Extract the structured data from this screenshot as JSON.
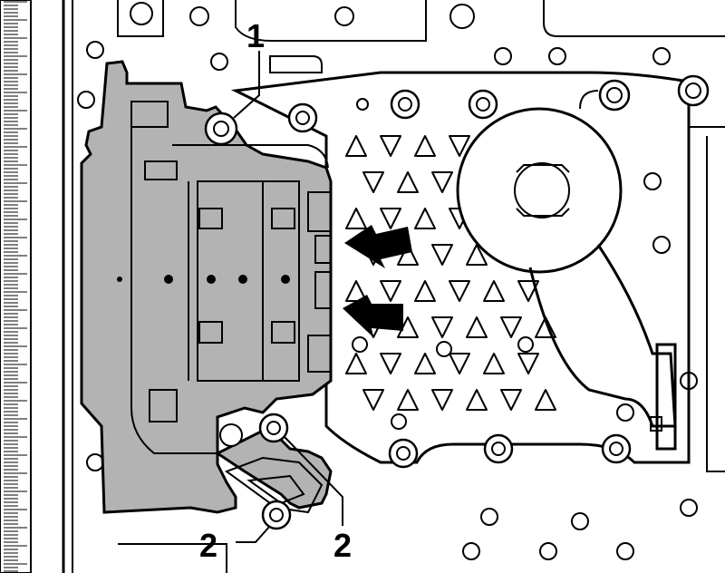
{
  "callouts": {
    "c1": "1",
    "c2a": "2",
    "c2b": "2"
  },
  "colors": {
    "highlight": "#b3b3b3",
    "line": "#000000",
    "background": "#ffffff"
  }
}
